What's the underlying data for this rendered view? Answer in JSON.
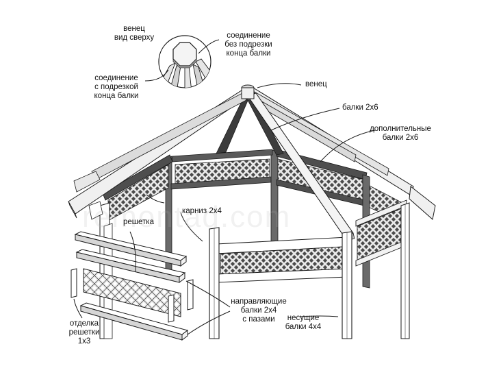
{
  "labels": {
    "crown_top": [
      "венец",
      "вид сверху"
    ],
    "joint_no_cut": [
      "соединение",
      "без подрезки",
      "конца балки"
    ],
    "joint_cut": [
      "соединение",
      "с подрезкой",
      "конца балки"
    ],
    "crown": "венец",
    "beams_2x6": "балки 2x6",
    "extra_beams": [
      "дополнительные",
      "балки 2x6"
    ],
    "lattice": "решетка",
    "cornice": "карниз 2x4",
    "guide_beams": [
      "направляющие",
      "балки 2x4",
      "с пазами"
    ],
    "support_beams": [
      "несущие",
      "балки 4x4"
    ],
    "lattice_trim": [
      "отделка",
      "решетки",
      "1x3"
    ]
  },
  "watermark": "remontad.com",
  "colors": {
    "line": "#1a1a1a",
    "wood_light": "#eeeeee",
    "wood_shade": "#c9c9c9",
    "wood_dark": "#5a5a5a",
    "lattice": "#e9e9e9"
  },
  "icons": {
    "crown_detail": "octagon-crown-icon"
  }
}
